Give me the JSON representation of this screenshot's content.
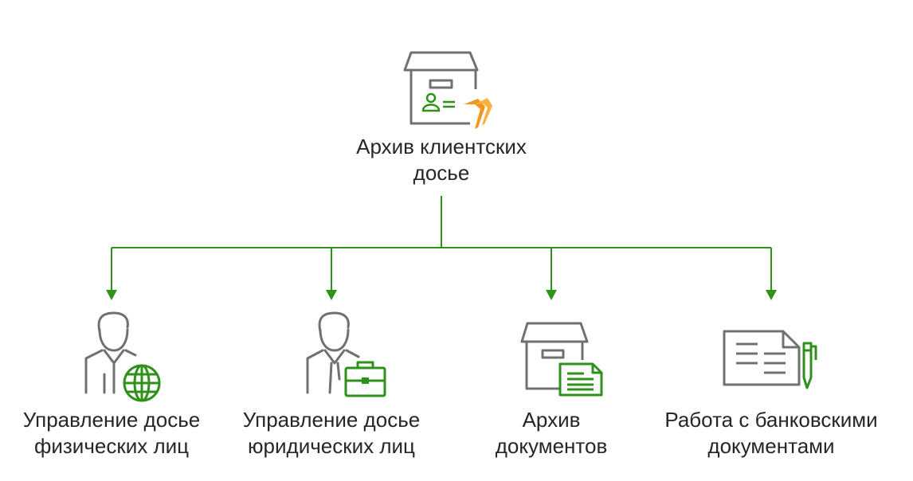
{
  "root": {
    "title_line1": "Архив клиентских",
    "title_line2": "досье",
    "icon": "archive-box-with-client-card-and-logo-icon"
  },
  "children": [
    {
      "line1": "Управление досье",
      "line2": "физических лиц",
      "icon": "person-with-globe-icon"
    },
    {
      "line1": "Управление досье",
      "line2": "юридических лиц",
      "icon": "person-with-briefcase-icon"
    },
    {
      "line1": "Архив",
      "line2": "документов",
      "icon": "archive-box-with-document-icon"
    },
    {
      "line1": "Работа с банковскими",
      "line2": "документами",
      "icon": "document-with-pen-icon"
    }
  ],
  "colors": {
    "connector": "#2e9119",
    "icon_gray": "#707070",
    "icon_green": "#2e9119",
    "logo_orange": "#f7941d",
    "text": "#262626"
  }
}
